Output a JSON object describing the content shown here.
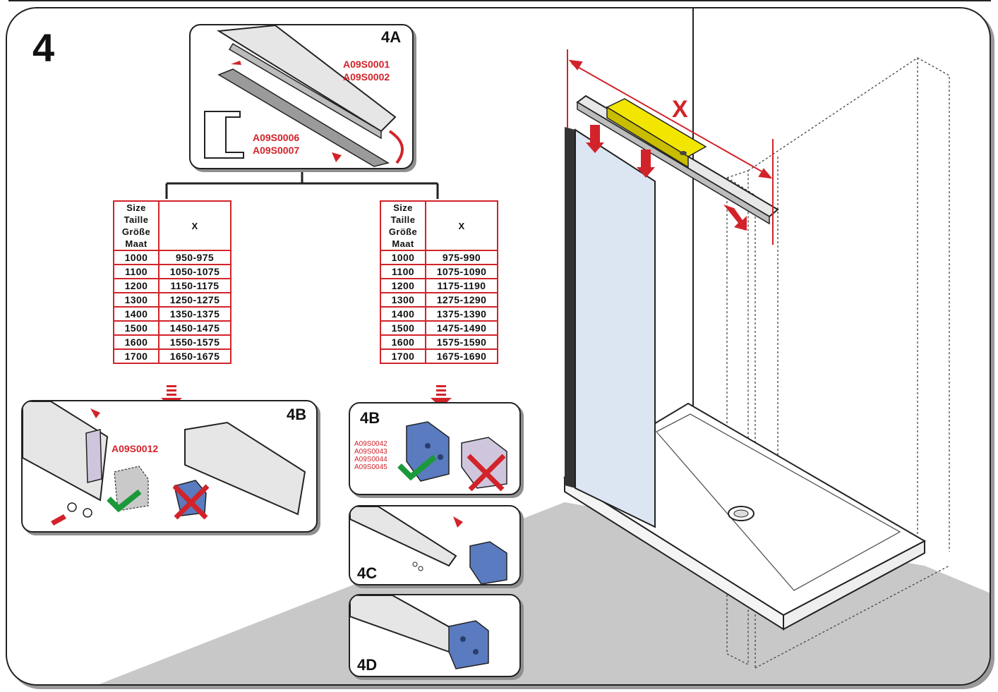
{
  "step": {
    "number": "4"
  },
  "panel_4a": {
    "label": "4A",
    "parts_top": [
      "A09S0001",
      "A09S0002"
    ],
    "parts_bottom": [
      "A09S0006",
      "A09S0007"
    ]
  },
  "table_left": {
    "header_size": [
      "Size",
      "Taille",
      "Größe",
      "Maat"
    ],
    "header_x": "X",
    "rows": [
      {
        "size": "1000",
        "x": "950-975"
      },
      {
        "size": "1100",
        "x": "1050-1075"
      },
      {
        "size": "1200",
        "x": "1150-1175"
      },
      {
        "size": "1300",
        "x": "1250-1275"
      },
      {
        "size": "1400",
        "x": "1350-1375"
      },
      {
        "size": "1500",
        "x": "1450-1475"
      },
      {
        "size": "1600",
        "x": "1550-1575"
      },
      {
        "size": "1700",
        "x": "1650-1675"
      }
    ]
  },
  "table_right": {
    "header_size": [
      "Size",
      "Taille",
      "Größe",
      "Maat"
    ],
    "header_x": "X",
    "rows": [
      {
        "size": "1000",
        "x": "975-990"
      },
      {
        "size": "1100",
        "x": "1075-1090"
      },
      {
        "size": "1200",
        "x": "1175-1190"
      },
      {
        "size": "1300",
        "x": "1275-1290"
      },
      {
        "size": "1400",
        "x": "1375-1390"
      },
      {
        "size": "1500",
        "x": "1475-1490"
      },
      {
        "size": "1600",
        "x": "1575-1590"
      },
      {
        "size": "1700",
        "x": "1675-1690"
      }
    ]
  },
  "panel_4b_left": {
    "label": "4B",
    "part": "A09S0012"
  },
  "panel_4b_right": {
    "label": "4B",
    "parts": [
      "A09S0042",
      "A09S0043",
      "A09S0044",
      "A09S0045"
    ]
  },
  "panel_4c": {
    "label": "4C"
  },
  "panel_4d": {
    "label": "4D"
  },
  "main_drawing": {
    "dimension_label": "X"
  },
  "colors": {
    "accent_red": "#d2232a",
    "part_blue": "#5a7bbf",
    "level_yellow": "#f2e600",
    "check_green": "#1a9a3a",
    "floor_gray": "#c8c8c8"
  }
}
